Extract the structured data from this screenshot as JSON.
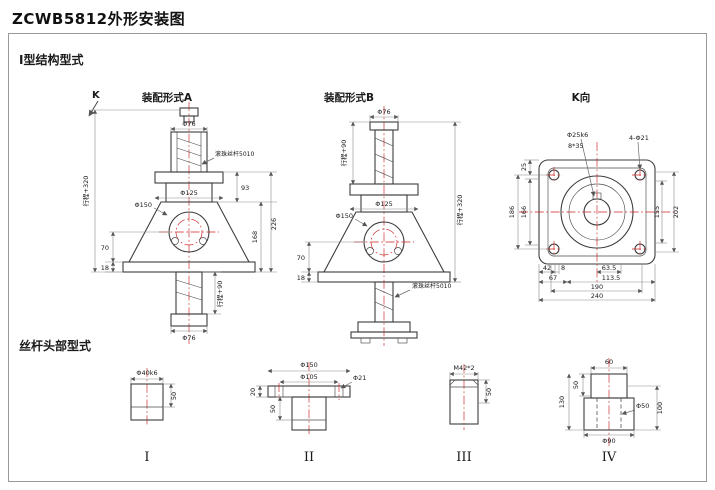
{
  "header": {
    "title": "ZCWB5812外形安装图"
  },
  "sections": {
    "structure": "I型结构型式",
    "screw_head": "丝杆头部型式"
  },
  "view_a": {
    "k_label": "K",
    "title": "装配形式A",
    "phi76_top": "Φ76",
    "ball_screw_label": "滚珠丝杆5010",
    "phi125": "Φ125",
    "dim_93": "93",
    "phi150": "Φ150",
    "stroke_320": "行程+320",
    "dim_226": "226",
    "dim_168": "168",
    "dim_70": "70",
    "dim_18": "18",
    "stroke_90": "行程+90",
    "phi76_bottom": "Φ76"
  },
  "view_b": {
    "title": "装配形式B",
    "phi76_top": "Φ76",
    "stroke_90": "行程+90",
    "phi125": "Φ125",
    "phi150": "Φ150",
    "stroke_320": "行程+320",
    "dim_70": "70",
    "dim_18": "18",
    "ball_screw_label": "滚珠丝杆5010"
  },
  "view_k": {
    "title": "K向",
    "phi25k6": "Φ25k6",
    "keyway": "8*35",
    "holes": "4-Φ21",
    "dim_25": "25",
    "dim_186": "186",
    "dim_166": "166",
    "dim_155": "155",
    "dim_202": "202",
    "dim_42": "42",
    "dim_8": "8",
    "dim_63_5": "63.5",
    "dim_67": "67",
    "dim_113_5": "113.5",
    "dim_190": "190",
    "dim_240": "240"
  },
  "heads": {
    "t1": {
      "numeral": "I",
      "phi40k6": "Φ40k6",
      "dim_50": "50"
    },
    "t2": {
      "numeral": "II",
      "phi150": "Φ150",
      "phi105": "Φ105",
      "phi21": "Φ21",
      "dim_20": "20",
      "dim_50": "50"
    },
    "t3": {
      "numeral": "III",
      "thread": "M42*2",
      "dim_50": "50"
    },
    "t4": {
      "numeral": "IV",
      "dim_60": "60",
      "dim_50": "50",
      "phi50": "Φ50",
      "dim_100": "100",
      "dim_130": "130",
      "phi90": "Φ90"
    }
  },
  "colors": {
    "outline": "#3d3d3d",
    "centerline": "#cc2222",
    "dimension": "#8a8a8a",
    "text": "#1a1a1a"
  }
}
